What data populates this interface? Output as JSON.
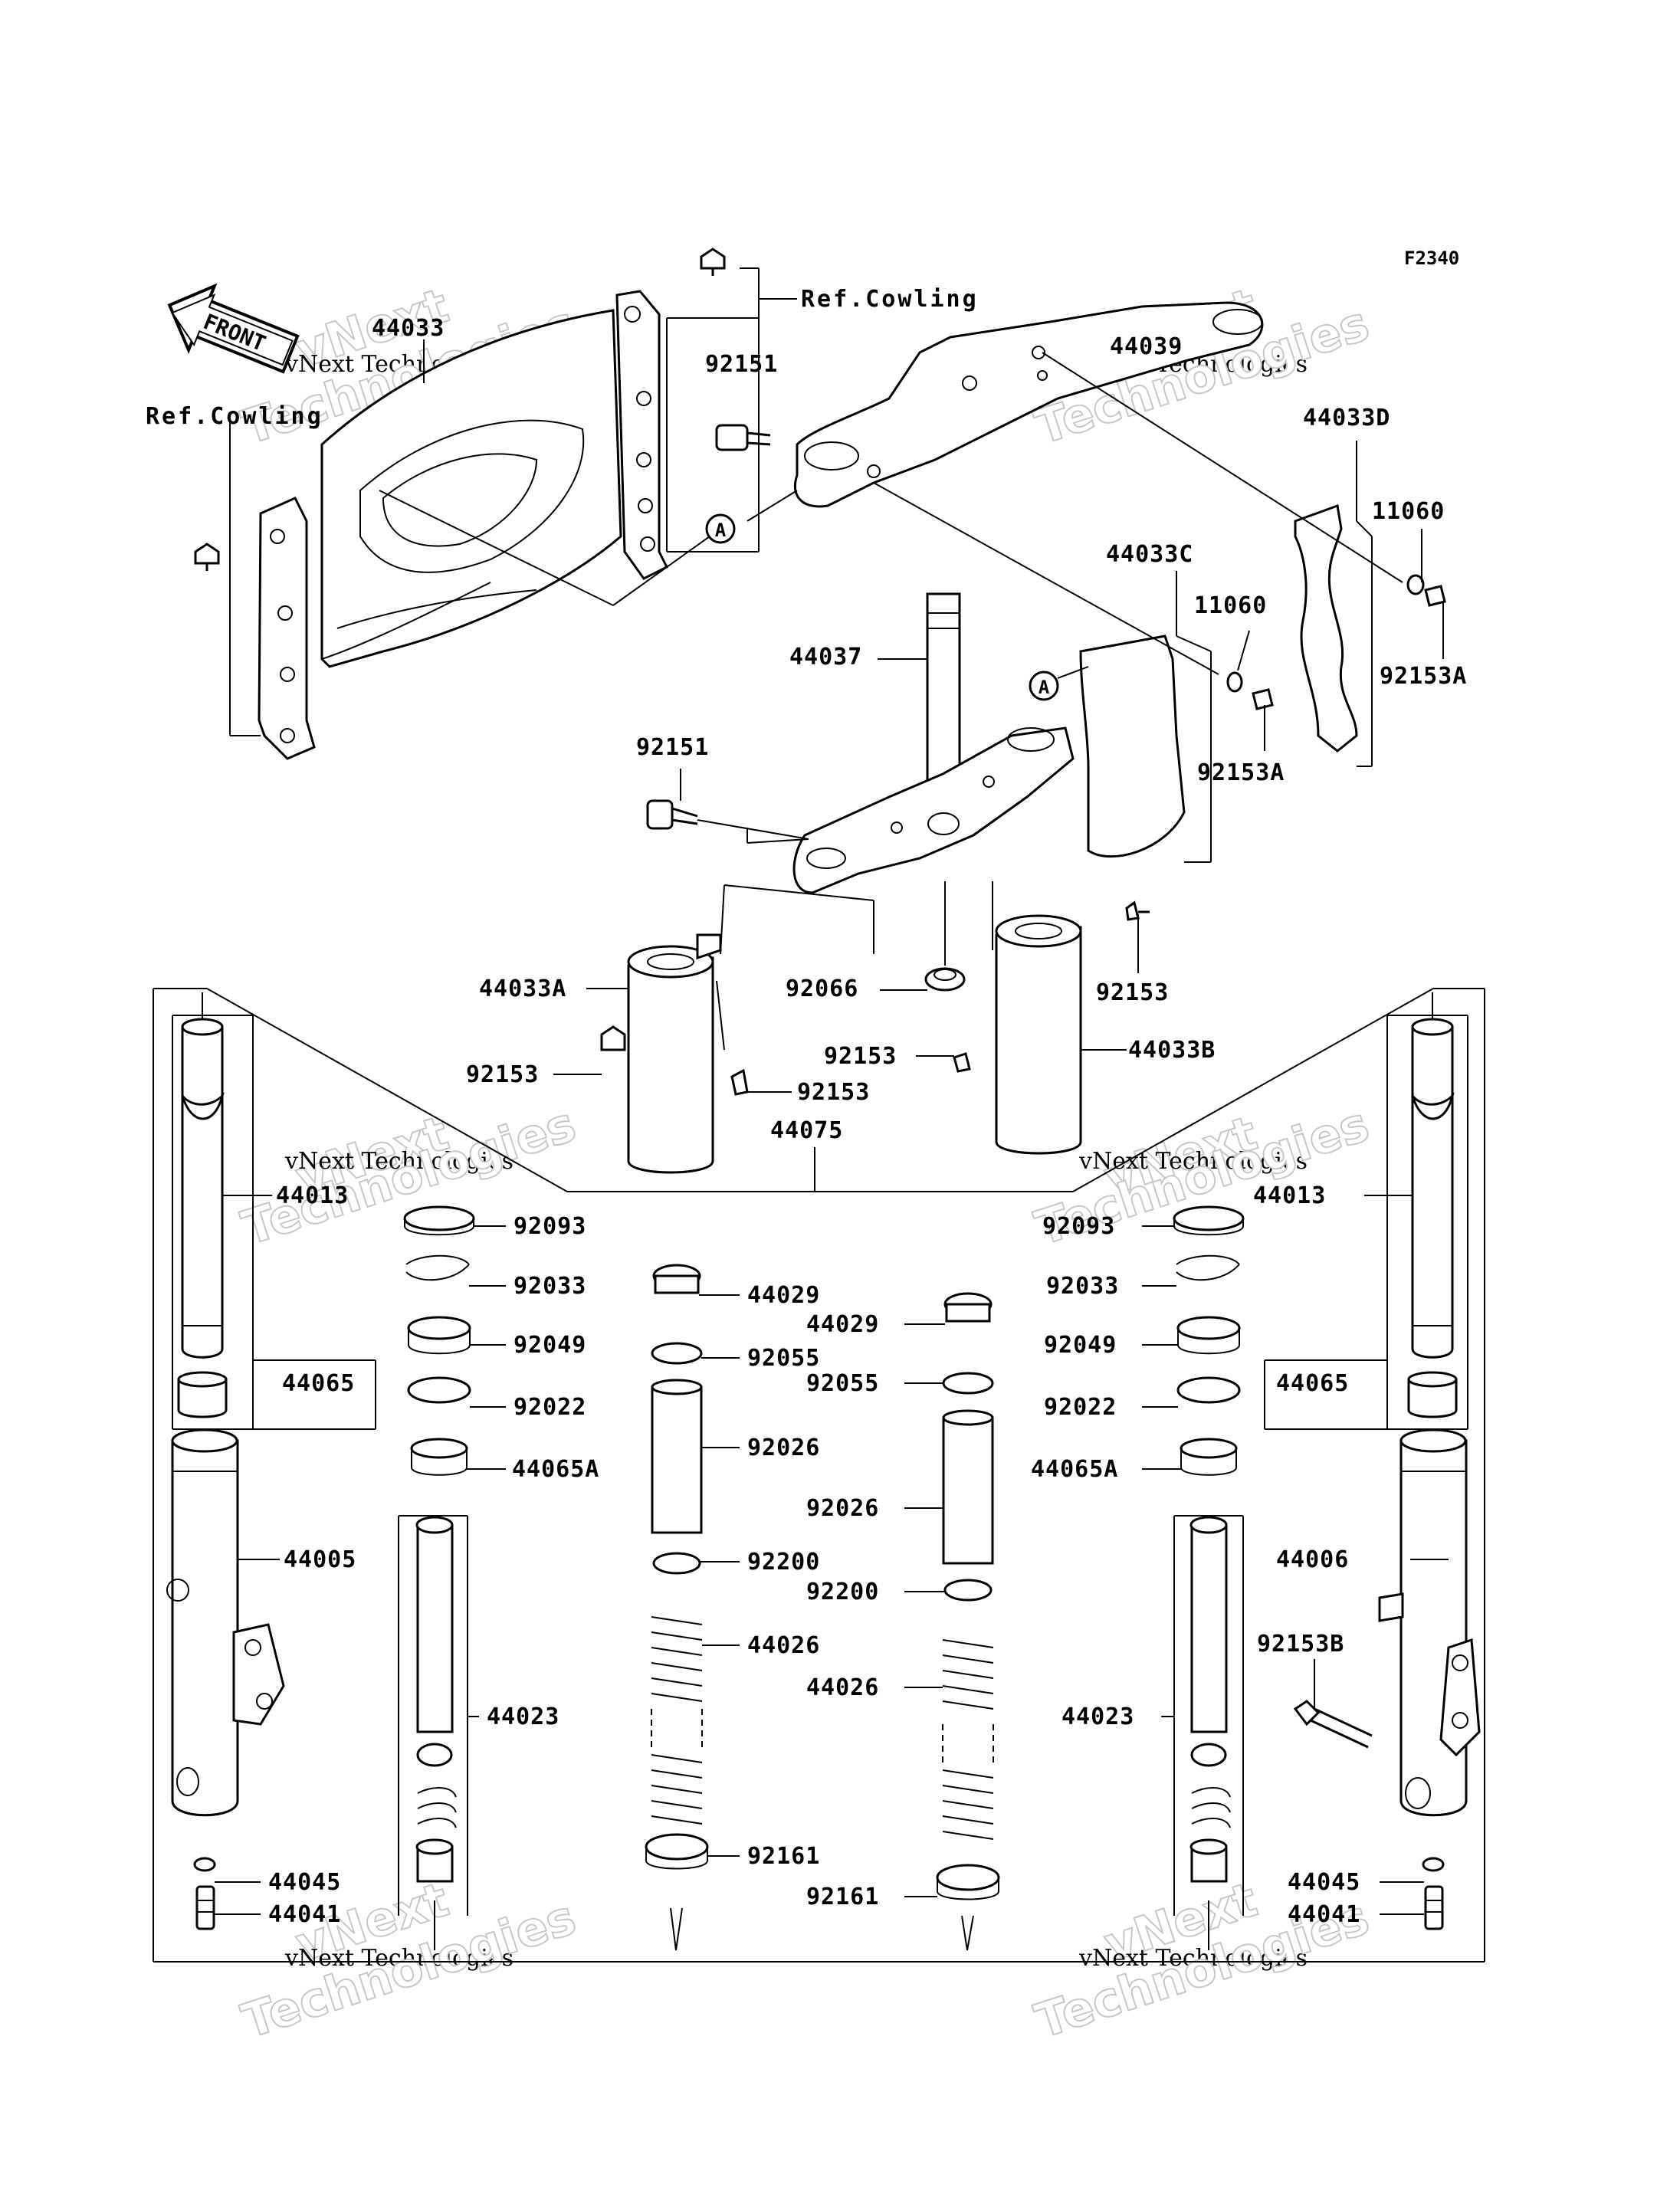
{
  "figure_code": "F2340",
  "front_badge": "FRONT",
  "ref_labels": {
    "ref_cowling_top": "Ref.Cowling",
    "ref_cowling_left": "Ref.Cowling"
  },
  "callouts": {
    "a_marker_top": "A",
    "a_marker_mid": "A"
  },
  "labels": {
    "p44033": "44033",
    "p44039": "44039",
    "p92151_top": "92151",
    "p44033D": "44033D",
    "p11060_right": "11060",
    "p44033C": "44033C",
    "p11060_mid": "11060",
    "p92153A_right": "92153A",
    "p92153A_mid": "92153A",
    "p44037": "44037",
    "p92151_mid": "92151",
    "p44033A": "44033A",
    "p92066": "92066",
    "p92153_right": "92153",
    "p92153_center": "92153",
    "p44033B": "44033B",
    "p92153_left": "92153",
    "p92153_lower": "92153",
    "p44075": "44075",
    "p44013_left": "44013",
    "p44013_right": "44013",
    "p92093_left": "92093",
    "p92093_right": "92093",
    "p92033_left": "92033",
    "p92033_right": "92033",
    "p44029_left": "44029",
    "p44029_right": "44029",
    "p92049_left": "92049",
    "p92049_right": "92049",
    "p92055_left": "92055",
    "p92055_right": "92055",
    "p44065_left": "44065",
    "p44065_right": "44065",
    "p92022_left": "92022",
    "p92022_right": "92022",
    "p92026_left": "92026",
    "p92026_right": "92026",
    "p44065A_left": "44065A",
    "p44065A_right": "44065A",
    "p44005": "44005",
    "p44006": "44006",
    "p92200_left": "92200",
    "p92200_right": "92200",
    "p44026_left": "44026",
    "p44026_right": "44026",
    "p92153B": "92153B",
    "p44023_left": "44023",
    "p44023_right": "44023",
    "p92161_left": "92161",
    "p92161_right": "92161",
    "p44045_left": "44045",
    "p44045_right": "44045",
    "p44041_left": "44041",
    "p44041_right": "44041"
  },
  "watermark": {
    "line1": "vNext",
    "line2": "vNext Technologies",
    "line3": "Technologies"
  }
}
